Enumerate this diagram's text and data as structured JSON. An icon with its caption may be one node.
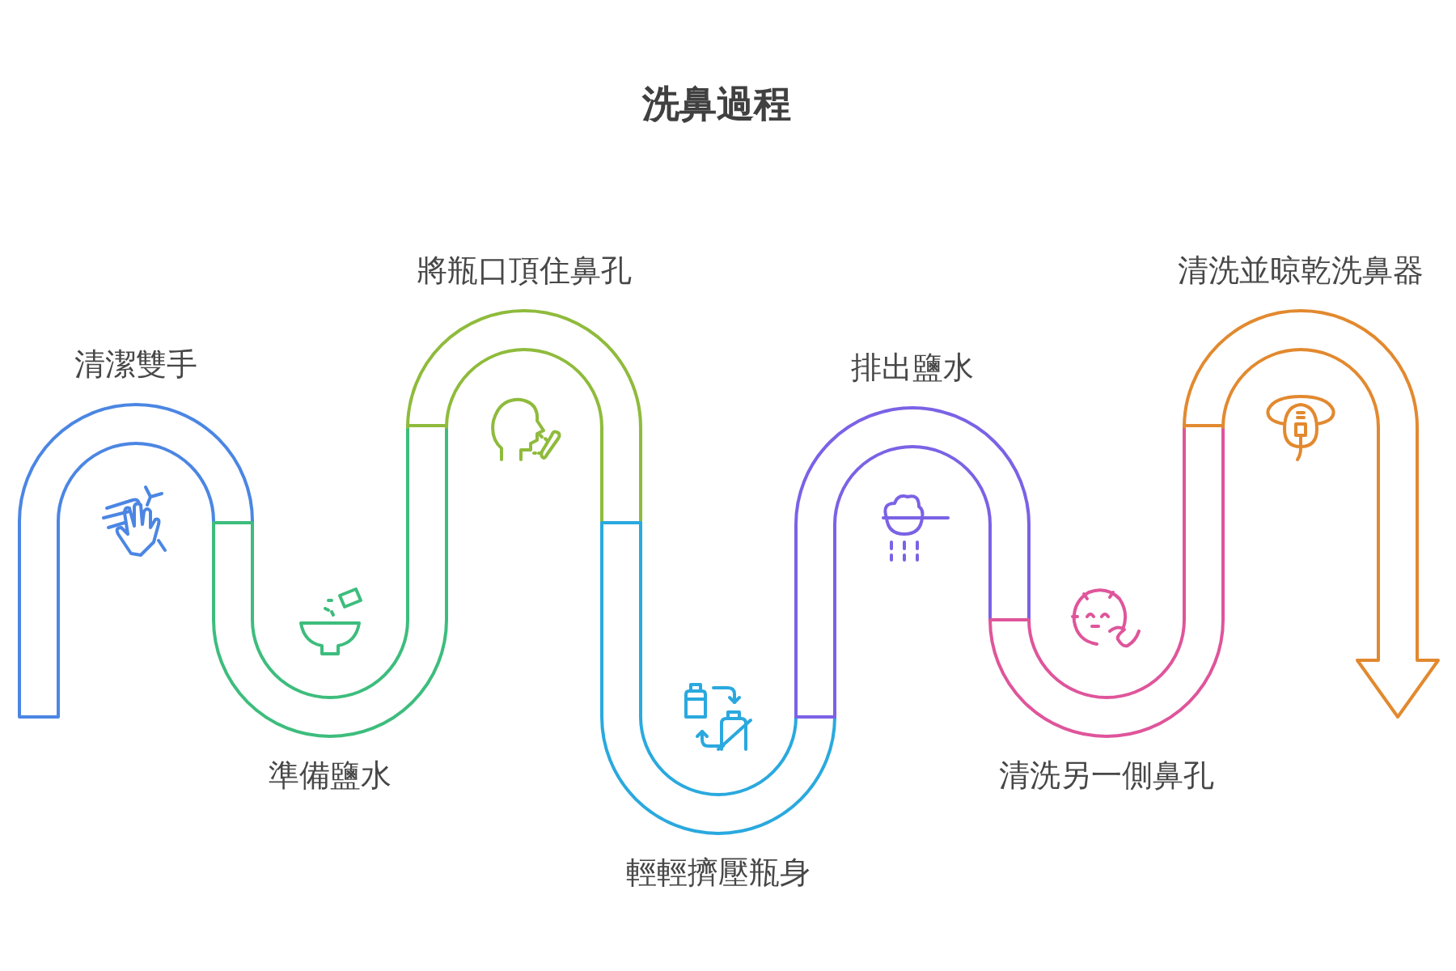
{
  "diagram": {
    "title": "洗鼻過程",
    "nodes": [
      {
        "text": [
          "清潔雙手"
        ]
      },
      {
        "text": [
          "準備鹽水"
        ]
      },
      {
        "text": [
          "將瓶口頂住鼻孔"
        ]
      },
      {
        "text": [
          "輕輕擠壓瓶身"
        ]
      },
      {
        "text": [
          "排出鹽水"
        ]
      },
      {
        "text": [
          "清洗另一側鼻孔"
        ]
      },
      {
        "text": [
          "清洗並晾乾洗鼻器"
        ]
      }
    ]
  }
}
